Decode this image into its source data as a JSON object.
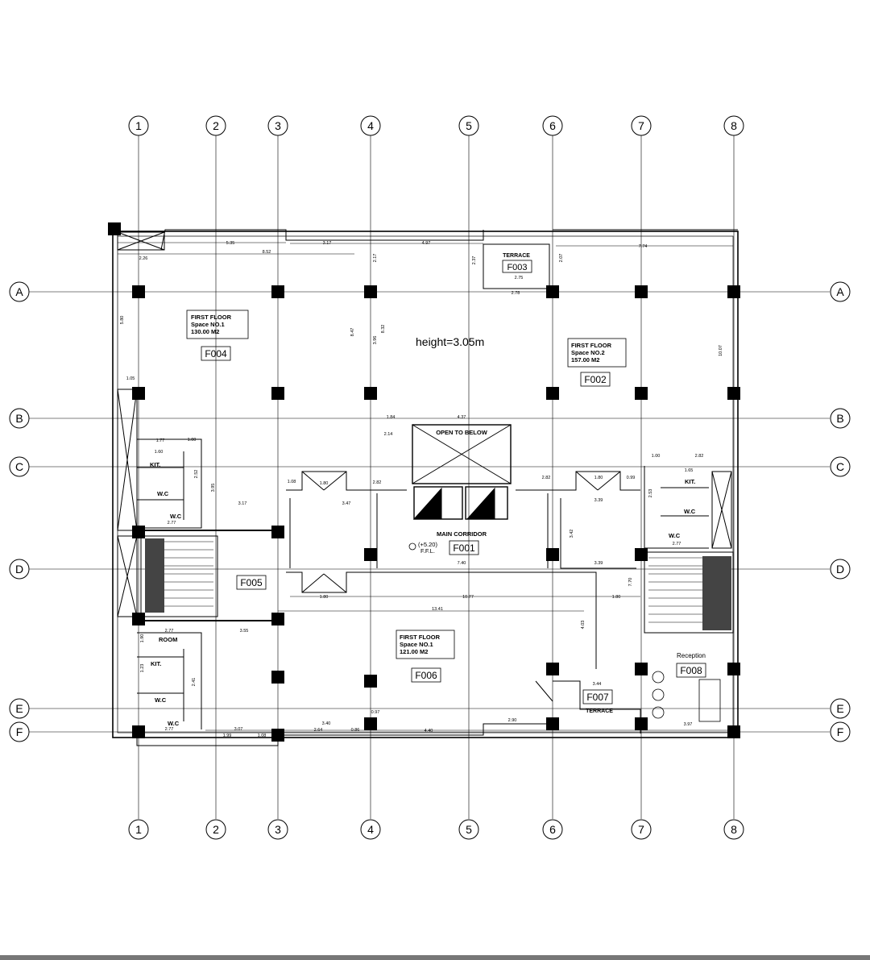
{
  "colors": {
    "ink": "#000000",
    "paper": "#ffffff",
    "bar": "#777777"
  },
  "grid": {
    "columns": [
      "1",
      "2",
      "3",
      "4",
      "5",
      "6",
      "7",
      "8"
    ],
    "rows": [
      "A",
      "B",
      "C",
      "D",
      "E",
      "F"
    ]
  },
  "plan": {
    "height_note": "height=3.05m",
    "spaces": [
      {
        "code": "F004",
        "floor": "FIRST FLOOR",
        "space": "Space NO.1",
        "area": "130.00 M2"
      },
      {
        "code": "F002",
        "floor": "FIRST FLOOR",
        "space": "Space NO.2",
        "area": "157.00 M2"
      },
      {
        "code": "F006",
        "floor": "FIRST FLOOR",
        "space": "Space NO.1",
        "area": "121.00 M2"
      }
    ],
    "tags": {
      "f003": "F003",
      "f005": "F005",
      "f001": "F001",
      "f007": "F007",
      "f008": "F008"
    },
    "labels": {
      "terrace_top": "TERRACE",
      "terrace_bottom": "TERRACE",
      "open_to_below": "OPEN TO BELOW",
      "main_corridor": "MAIN CORRIDOR",
      "level": "(+5.20)",
      "ffl": "F.F.L.",
      "reception": "Reception",
      "room": "ROOM",
      "kit_left_top": "KIT.",
      "kit_left_bottom": "KIT.",
      "kit_right": "KIT.",
      "wc_1": "W.C",
      "wc_2": "W.C",
      "wc_3": "W.C",
      "wc_4": "W.C",
      "wc_5": "W.C",
      "wc_6": "W.C"
    },
    "dimensions": {
      "d_5_35": "5.35",
      "d_8_52": "8.52",
      "d_3_17a": "3.17",
      "d_4_97": "4.97",
      "d_2_75": "2.75",
      "d_7_74": "7.74",
      "d_2_26": "2.26",
      "d_1_05": "1.05",
      "d_5_80": "5.80",
      "d_8_47": "8.47",
      "d_3_96": "3.96",
      "d_8_32": "8.32",
      "d_2_17": "2.17",
      "d_2_07": "2.07",
      "d_2_37": "2.37",
      "d_2_78": "2.78",
      "d_10_07": "10.07",
      "d_1_84": "1.84",
      "d_4_37": "4.37",
      "d_2_14": "2.14",
      "d_1_77": "1.77",
      "d_1_00a": "1.00",
      "d_1_60": "1.60",
      "d_2_52": "2.52",
      "d_3_95": "3.95",
      "d_3_17b": "3.17",
      "d_2_77a": "2.77",
      "d_1_08": "1.08",
      "d_1_80a": "1.80",
      "d_2_82a": "2.82",
      "d_3_47": "3.47",
      "d_2_82b": "2.82",
      "d_1_80b": "1.80",
      "d_0_99": "0.99",
      "d_3_39a": "3.39",
      "d_3_42": "3.42",
      "d_3_39b": "3.39",
      "d_7_40": "7.40",
      "d_1_00b": "1.00",
      "d_2_82c": "2.82",
      "d_1_65": "1.65",
      "d_2_77b": "2.77",
      "d_2_53": "2.53",
      "d_1_80c": "1.80",
      "d_10_77": "10.77",
      "d_13_41": "13.41",
      "d_7_70": "7.70",
      "d_1_80d": "1.80",
      "d_2_77c": "2.77",
      "d_3_55": "3.55",
      "d_4_03": "4.03",
      "d_3_44": "3.44",
      "d_2_90": "2.90",
      "d_3_07": "3.07",
      "d_3_40": "3.40",
      "d_0_97": "0.97",
      "d_2_64": "2.64",
      "d_0_86": "0.86",
      "d_4_40": "4.40",
      "d_1_99": "1.99",
      "d_1_08b": "1.08",
      "d_2_77d": "2.77",
      "d_3_97": "3.97",
      "d_2_41": "2.41",
      "d_1_23": "1.23",
      "d_1_90": "1.90"
    }
  }
}
